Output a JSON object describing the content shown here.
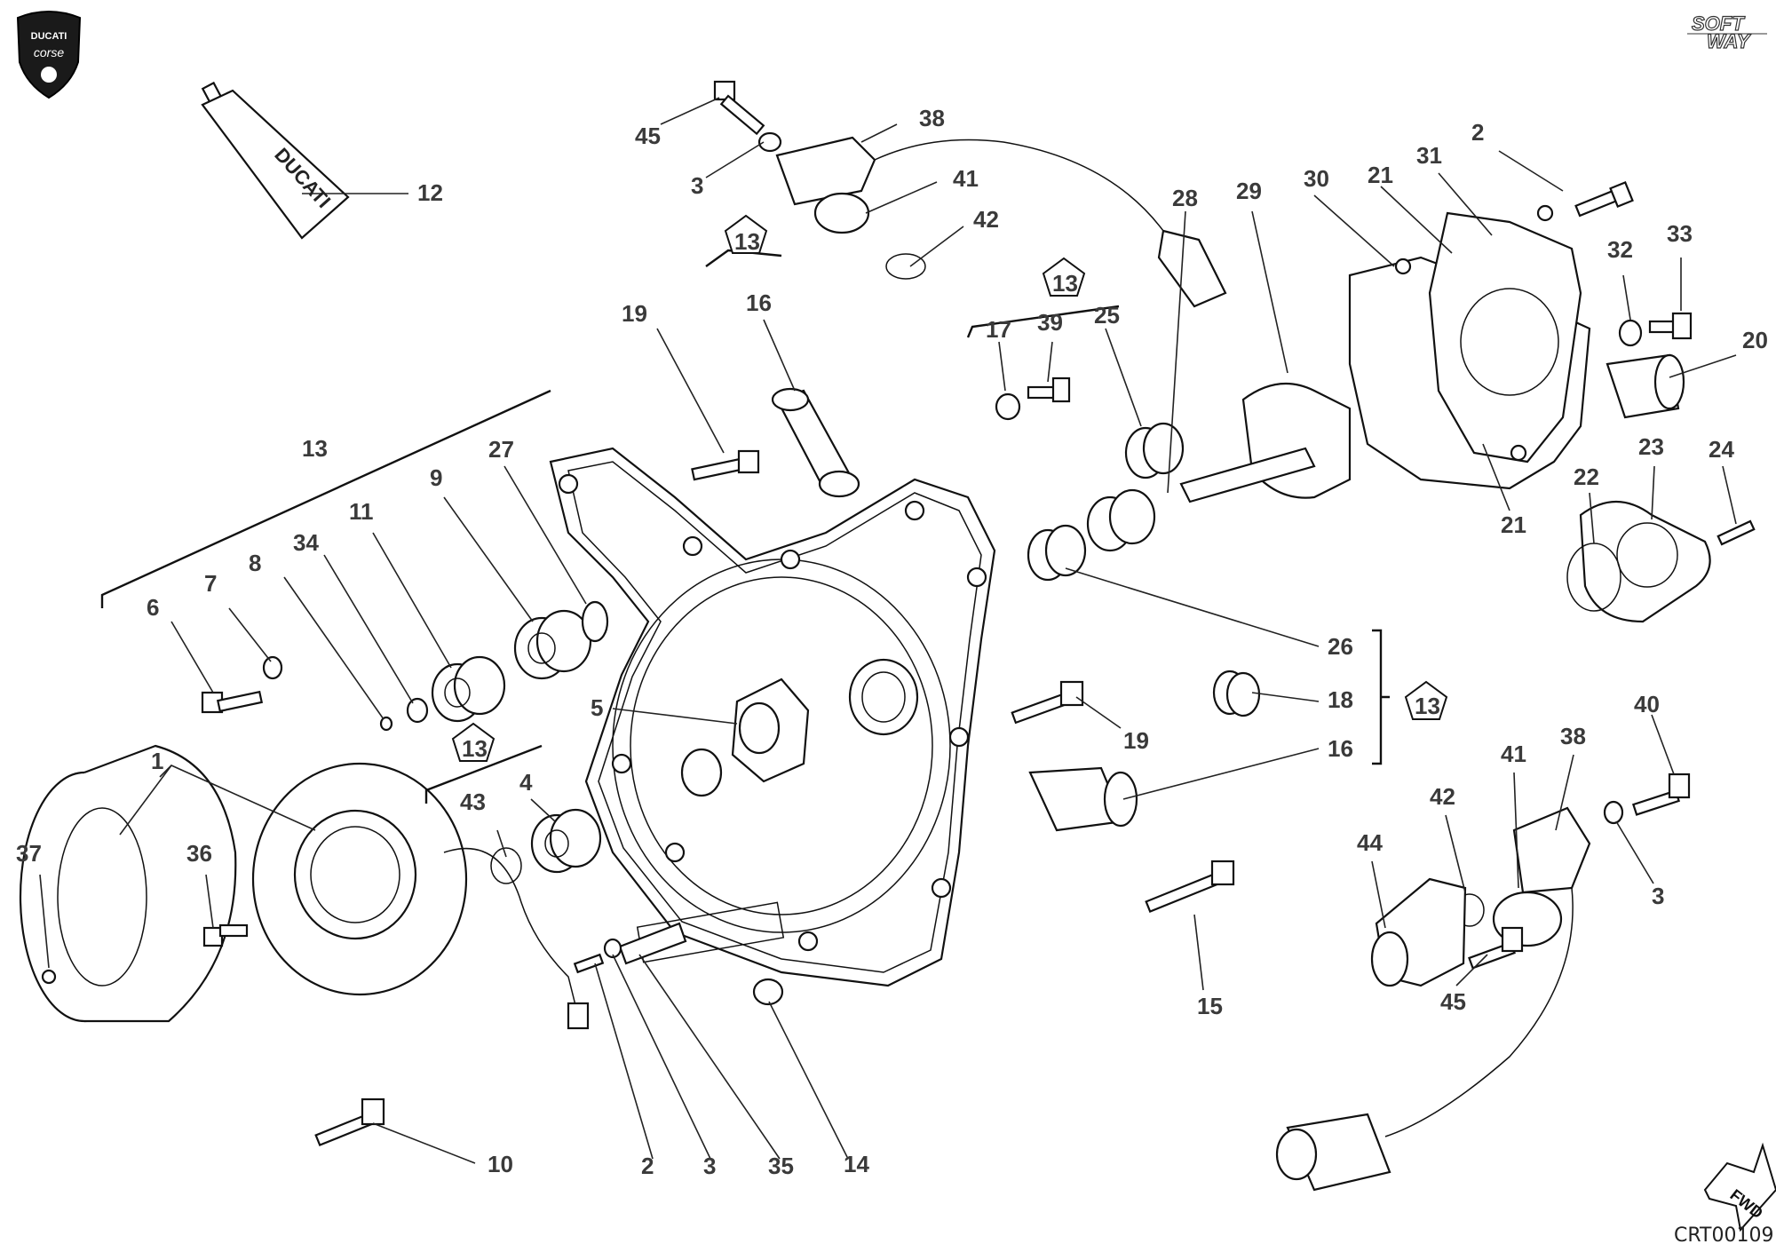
{
  "brand": {
    "logo_text": "DUCATI",
    "logo_sub": "corse",
    "softway_line1": "SOFT",
    "softway_line2": "WAY"
  },
  "drawing_code": "CRT00109",
  "fwd_label": "FWD",
  "tube_text": "DUCATI",
  "labels": {
    "l12": "12",
    "l45a": "45",
    "l3a": "3",
    "l38a": "38",
    "l41a": "41",
    "l42a": "42",
    "l13a": "13",
    "l16a": "16",
    "l19a": "19",
    "l13b": "13",
    "l17": "17",
    "l39": "39",
    "l25": "25",
    "l28": "28",
    "l29": "29",
    "l30": "30",
    "l21a": "21",
    "l31": "31",
    "l2a": "2",
    "l32": "32",
    "l33": "33",
    "l20": "20",
    "l23": "23",
    "l24": "24",
    "l22": "22",
    "l21b": "21",
    "l13c": "13",
    "l6": "6",
    "l7": "7",
    "l8": "8",
    "l34": "34",
    "l11": "11",
    "l9": "9",
    "l27": "27",
    "l5": "5",
    "l26": "26",
    "l18": "18",
    "l13d": "13",
    "l19b": "19",
    "l16b": "16",
    "l13e": "13",
    "l43": "43",
    "l4": "4",
    "l1": "1",
    "l37": "37",
    "l36": "36",
    "l10": "10",
    "l2b": "2",
    "l3b": "3",
    "l35": "35",
    "l14": "14",
    "l15": "15",
    "l40": "40",
    "l41b": "41",
    "l38b": "38",
    "l42b": "42",
    "l44": "44",
    "l3c": "3",
    "l45b": "45"
  },
  "colors": {
    "ink": "#111111",
    "label": "#3a3a3a",
    "background": "#ffffff"
  }
}
